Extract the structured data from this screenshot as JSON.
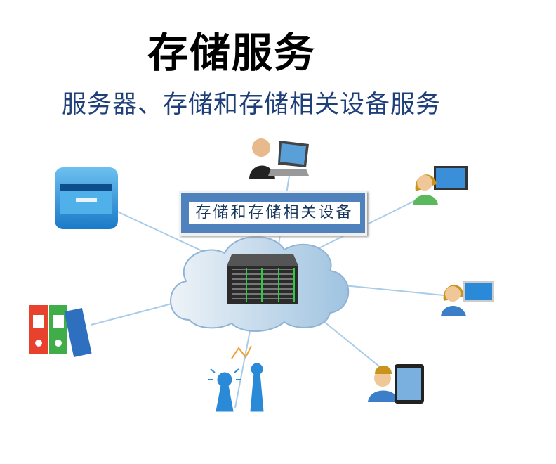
{
  "title": "存储服务",
  "subtitle": "服务器、存储和存储相关设备服务",
  "center_label": "存储和存储相关设备",
  "nodes": [
    "file-cabinet-icon",
    "binders-icon",
    "man-laptop-icon",
    "woman-monitor-icon",
    "woman-headset-monitor-icon",
    "man-tablet-icon",
    "antenna-icon"
  ],
  "colors": {
    "accent": "#4f81bd",
    "subtitle": "#1f3f7a",
    "line": "#a9cce8"
  }
}
